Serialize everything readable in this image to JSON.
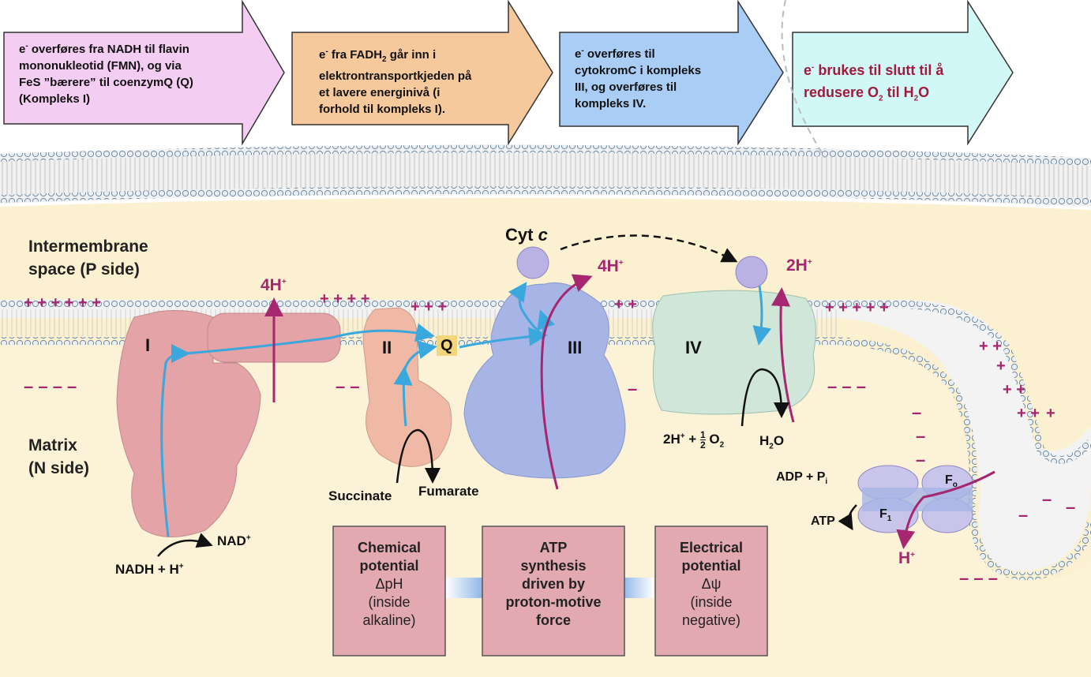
{
  "arrows": [
    {
      "lines": [
        "overføres fra NADH til flavin",
        "mononukleotid (FMN), og via",
        "FeS ”bærere” til coenzymQ (Q)",
        "(Kompleks I)"
      ],
      "prefix": "e",
      "prefix_sup": "-",
      "color": "#f4cdf3"
    },
    {
      "lines": [
        "fra FADH",
        "elektrontransportkjeden på",
        "et lavere energinivå (i",
        "forhold til kompleks I)."
      ],
      "line1_sub": "2",
      "line1_tail": " går inn i",
      "prefix": "e",
      "prefix_sup": "-",
      "color": "#f6c99d"
    },
    {
      "lines": [
        "overføres til",
        "cytokromC i kompleks",
        "III, og overføres til",
        "kompleks IV."
      ],
      "prefix": "e",
      "prefix_sup": "-",
      "color": "#a9cdf5"
    },
    {
      "lines": [
        "brukes til slutt til å",
        "redusere O",
        " til H",
        "O"
      ],
      "prefix": "e",
      "prefix_sup": "-",
      "color": "#d2f7f7"
    }
  ],
  "labels": {
    "intermembrane_line1": "Intermembrane",
    "intermembrane_line2": "space (P side)",
    "matrix_line1": "Matrix",
    "matrix_line2": "(N side)",
    "complex_I": "I",
    "complex_II": "II",
    "complex_III": "III",
    "complex_IV": "IV",
    "Q": "Q",
    "cyt_c": "Cyt ",
    "cyt_c_italic": "c",
    "four_h_1": "4H",
    "four_h_2": "4H",
    "two_h": "2H",
    "plus_sup": "+",
    "nadh": "NADH + H",
    "nad": "NAD",
    "succinate": "Succinate",
    "fumarate": "Fumarate",
    "o2_reaction_left": "2H",
    "o2_reaction_o2": "O",
    "h2o": "H",
    "h2o_tail": "O",
    "half_num": "1",
    "half_den": "2",
    "adp": "ADP + P",
    "adp_sub": "i",
    "atp": "ATP",
    "fo": "F",
    "fo_sub": "o",
    "f1": "F",
    "f1_sub": "1",
    "h_plus": "H"
  },
  "bottom_boxes": [
    {
      "lines": [
        "Chemical",
        "potential",
        "ΔpH",
        "(inside",
        "alkaline)"
      ]
    },
    {
      "lines": [
        "ATP",
        "synthesis",
        "driven by",
        "proton-motive",
        "force"
      ]
    },
    {
      "lines": [
        "Electrical",
        "potential",
        "Δψ",
        "(inside",
        "negative)"
      ]
    }
  ],
  "colors": {
    "pink_complex": "#e4a3a6",
    "salmon_complex": "#efb9a6",
    "blue_complex": "#a6b4e6",
    "green_complex": "#cfe6d8",
    "cytc": "#b9b2e2",
    "magenta": "#a6266f",
    "arrow_blue": "#3aa7dd",
    "space_bg": "#fbf0cf",
    "bottom_box": "#e3a9b0",
    "red_text": "#9e1b3c"
  }
}
